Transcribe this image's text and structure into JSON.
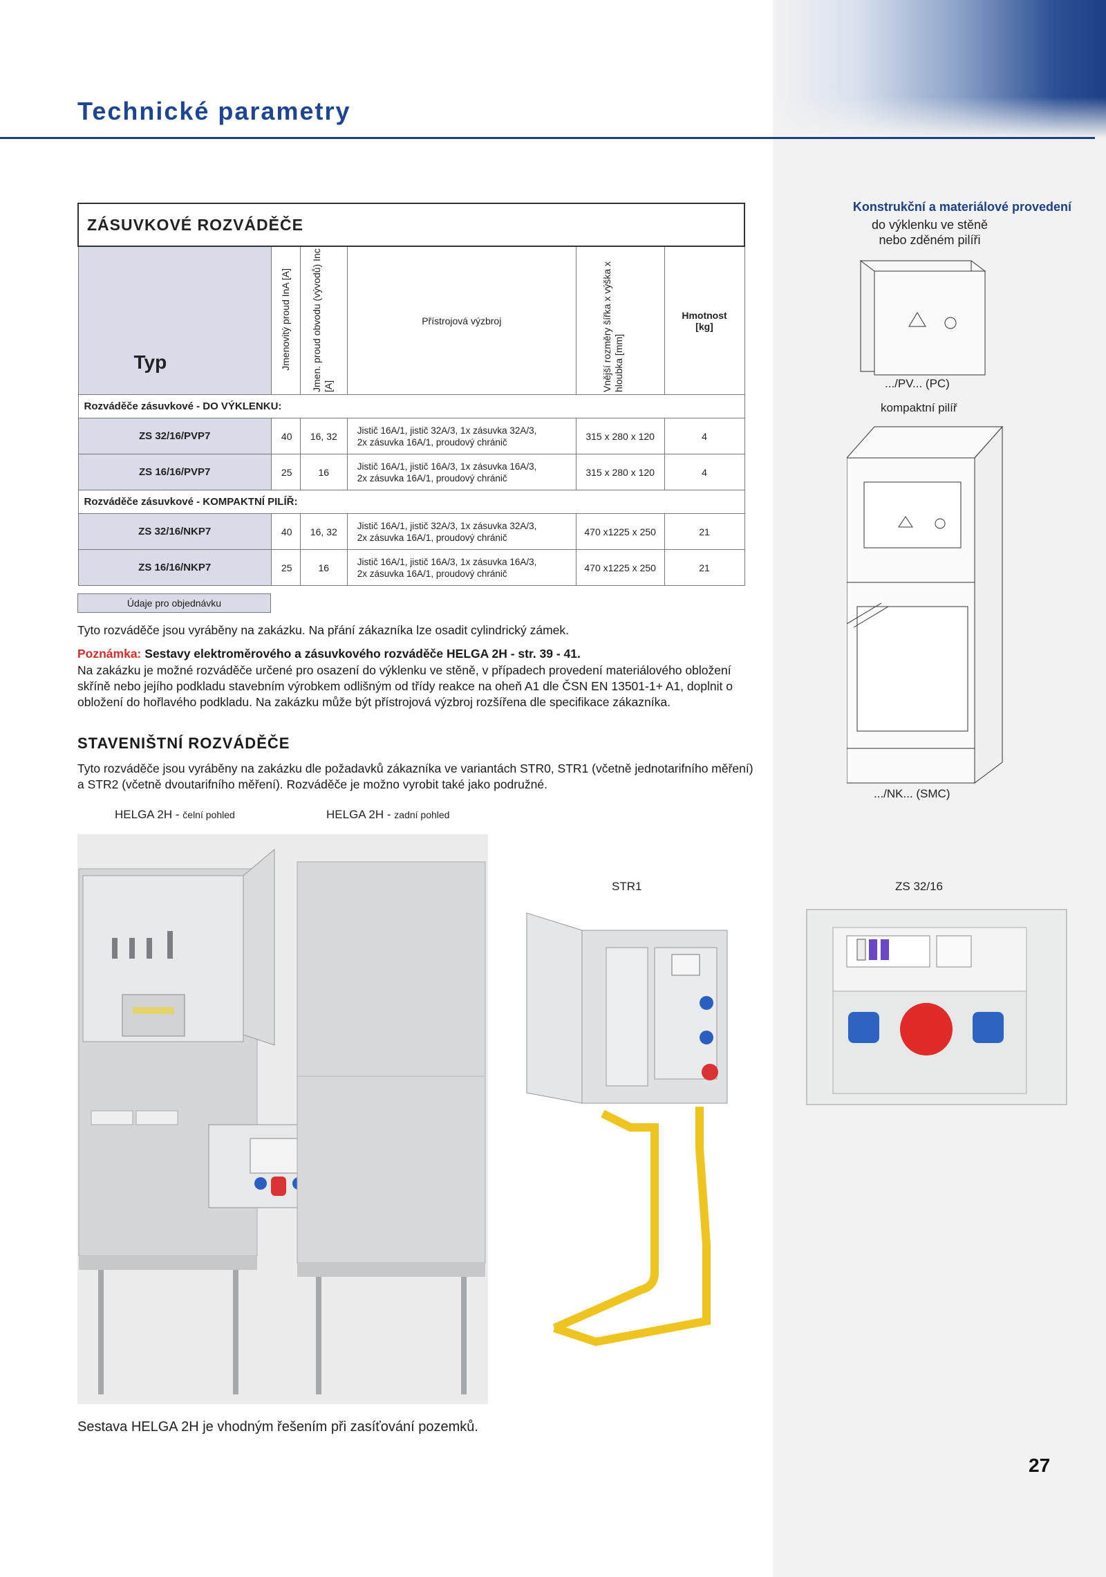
{
  "header": {
    "title": "Technické parametry"
  },
  "table": {
    "caption": "ZÁSUVKOVÉ ROZVÁDĚČE",
    "columns": {
      "typ": "Typ",
      "current": "Jmenovitý proud InA [A]",
      "circuit": "Jmen. proud obvodu (vývodů) Inc [A]",
      "equipment": "Přístrojová výzbroj",
      "dims": "Vnější rozměry šířka x výška x hloubka [mm]",
      "weight": "Hmotnost [kg]"
    },
    "sections": [
      {
        "label": "Rozváděče zásuvkové - DO VÝKLENKU:",
        "rows": [
          {
            "typ": "ZS 32/16/PVP7",
            "current": "40",
            "circuit": "16, 32",
            "eq1": "Jistič 16A/1, jistič 32A/3, 1x zásuvka 32A/3,",
            "eq2": "2x zásuvka 16A/1, proudový chránič",
            "dims": "315 x 280 x 120",
            "weight": "4"
          },
          {
            "typ": "ZS 16/16/PVP7",
            "current": "25",
            "circuit": "16",
            "eq1": "Jistič 16A/1, jistič 16A/3, 1x zásuvka 16A/3,",
            "eq2": "2x zásuvka 16A/1, proudový chránič",
            "dims": "315 x 280 x 120",
            "weight": "4"
          }
        ]
      },
      {
        "label": "Rozváděče zásuvkové - KOMPAKTNÍ PILÍŘ:",
        "rows": [
          {
            "typ": "ZS 32/16/NKP7",
            "current": "40",
            "circuit": "16, 32",
            "eq1": "Jistič 16A/1, jistič 32A/3, 1x zásuvka 32A/3,",
            "eq2": "2x zásuvka 16A/1, proudový chránič",
            "dims": "470 x1225 x 250",
            "weight": "21"
          },
          {
            "typ": "ZS 16/16/NKP7",
            "current": "25",
            "circuit": "16",
            "eq1": "Jistič 16A/1, jistič 16A/3, 1x zásuvka 16A/3,",
            "eq2": "2x zásuvka 16A/1, proudový chránič",
            "dims": "470 x1225 x 250",
            "weight": "21"
          }
        ]
      }
    ],
    "order_label": "Údaje pro objednávku"
  },
  "text": {
    "p1": "Tyto rozváděče jsou vyráběny na zakázku. Na přání zákazníka lze osadit cylindrický zámek.",
    "note_label": "Poznámka:",
    "note_text": "Sestavy elektroměrového a zásuvkového rozváděče HELGA 2H - str. 39 - 41.",
    "p2": "Na zakázku je možné rozváděče určené pro osazení do výklenku ve stěně, v případech provedení materiálového obložení skříně nebo jejího podkladu stavebním výrobkem odlišným od třídy reakce na oheň A1 dle ČSN EN 13501-1+ A1, doplnit o obložení do hořlavého podkladu. Na zakázku může být přístrojová výzbroj rozšířena dle specifikace zákazníka.",
    "h_staveniste": "STAVENIŠTNÍ ROZVÁDĚČE",
    "p3": "Tyto rozváděče jsou vyráběny na zakázku dle požadavků zákazníka ve variantách STR0, STR1 (včetně jednotarifního měření) a STR2 (včetně dvoutarifního měření). Rozváděče je možno vyrobit také jako podružné."
  },
  "captions": {
    "helga_front": "HELGA 2H -",
    "helga_front_small": "čelní pohled",
    "helga_back": "HELGA 2H -",
    "helga_back_small": "zadní pohled",
    "str1": "STR1",
    "zs": "ZS 32/16",
    "bottom": "Sestava HELGA 2H je vhodným řešením při zasíťování pozemků."
  },
  "right": {
    "title": "Konstrukční a materiálové provedení",
    "sub1": "do výklenku ve stěně",
    "sub2": "nebo zděném pilíři",
    "pv": ".../PV... (PC)",
    "compact": "kompaktní pilíř",
    "nk": ".../NK... (SMC)"
  },
  "page_number": "27",
  "colors": {
    "brand_blue": "#1d3f86",
    "title_blue": "#1d4592",
    "note_red": "#d62d2d",
    "type_cell": "#d9dbe8"
  }
}
